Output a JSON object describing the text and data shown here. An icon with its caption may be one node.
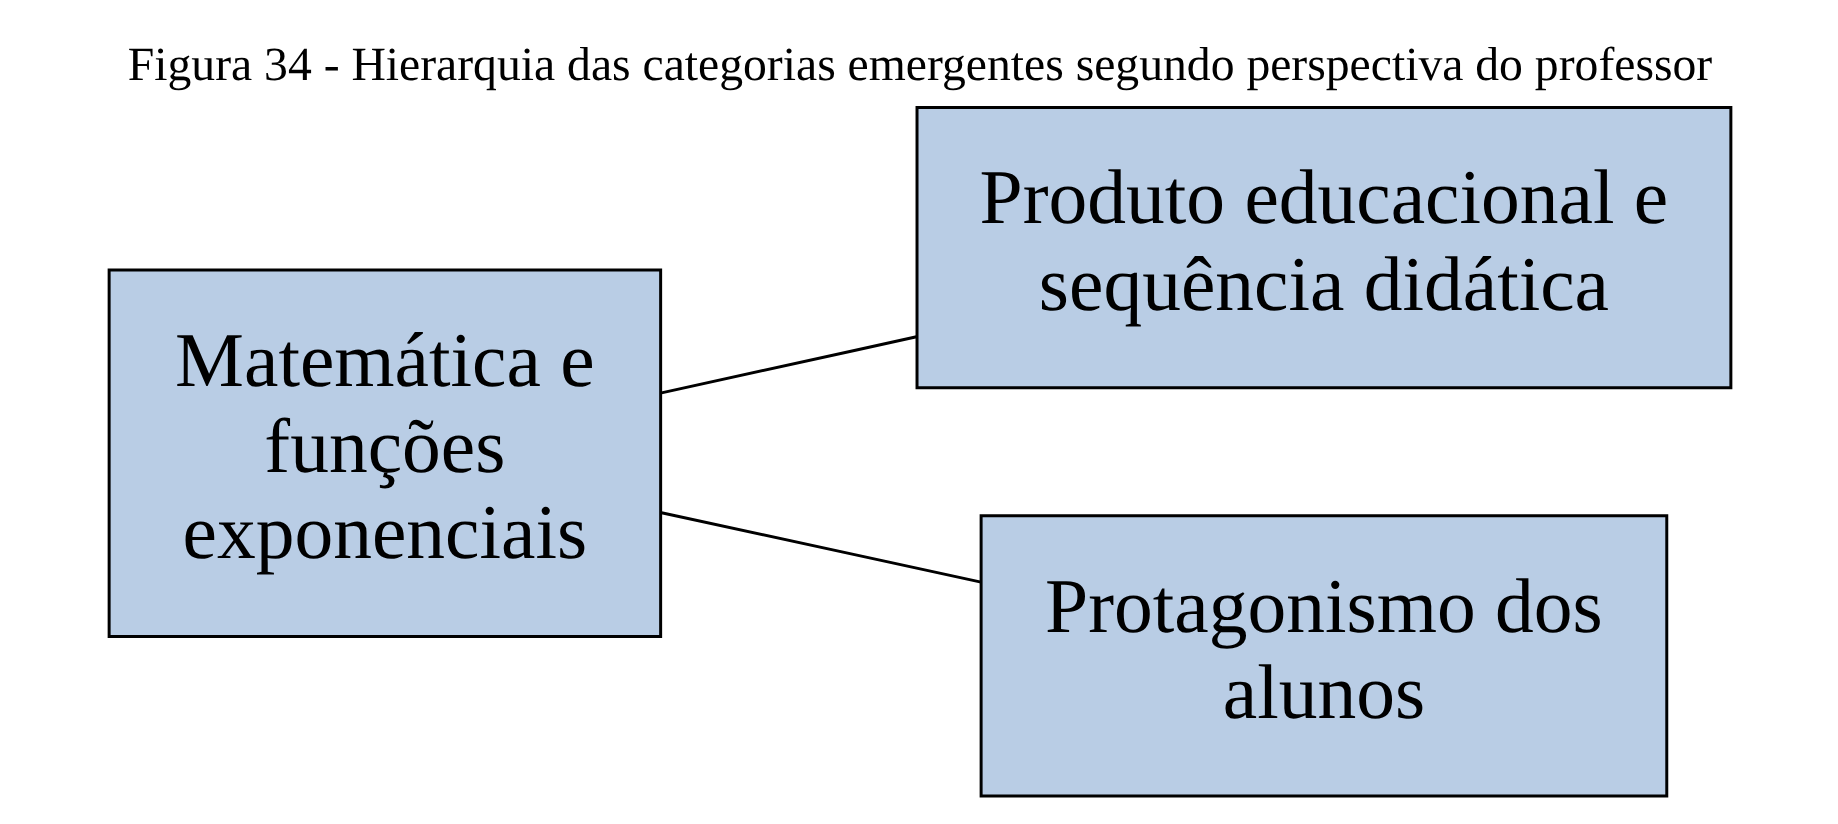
{
  "diagram": {
    "title": "Figura 34 - Hierarquia das categorias emergentes segundo perspectiva do professor",
    "nodes": [
      {
        "text": [
          "Matemática e funções exponenciais"
        ]
      },
      {
        "text": [
          "Produto educacional e sequência didática"
        ]
      },
      {
        "text": [
          "Protagonismo dos alunos"
        ]
      }
    ],
    "edges": [
      {
        "from": 0,
        "to": 1,
        "arrow": "none"
      },
      {
        "from": 0,
        "to": 2,
        "arrow": "none"
      }
    ]
  }
}
